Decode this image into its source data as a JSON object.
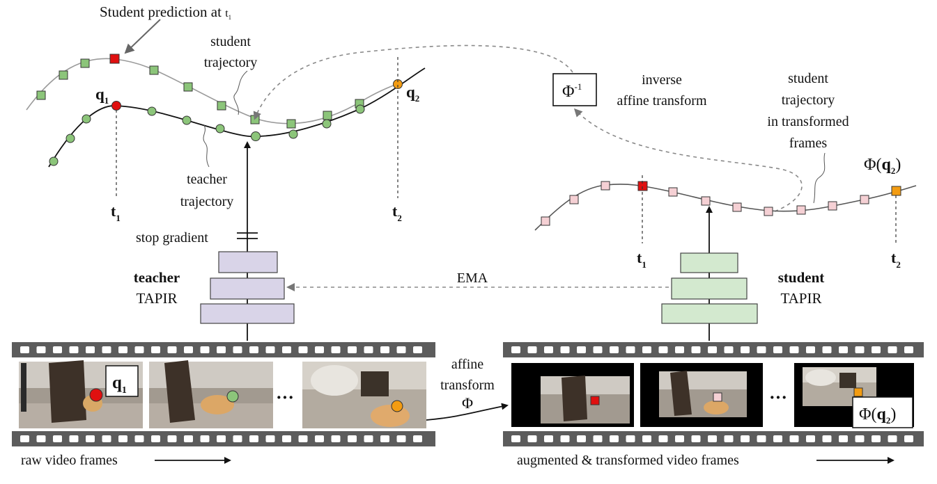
{
  "top_left": {
    "student_prediction_label": "Student prediction at",
    "student_prediction_t": "t",
    "student_prediction_sub": "1",
    "student_trajectory_line1": "student",
    "student_trajectory_line2": "trajectory",
    "teacher_trajectory_line1": "teacher",
    "teacher_trajectory_line2": "trajectory",
    "q1_letter": "q",
    "q1_sub": "1",
    "q2_letter": "q",
    "q2_sub": "2",
    "t1_letter": "t",
    "t1_sub": "1",
    "t2_letter": "t",
    "t2_sub": "2"
  },
  "inverse": {
    "box_symbol": "Φ",
    "box_sup": "-1",
    "label_line1": "inverse",
    "label_line2": "affine transform"
  },
  "right_traj": {
    "label_line1": "student",
    "label_line2": "trajectory",
    "label_line3": "in transformed",
    "label_line4": "frames",
    "phi_q2_prefix": "Φ(",
    "phi_q2_q": "q",
    "phi_q2_sub": "2",
    "phi_q2_suffix": ")",
    "t1_letter": "t",
    "t1_sub": "1",
    "t2_letter": "t",
    "t2_sub": "2"
  },
  "networks": {
    "stop_gradient": "stop gradient",
    "teacher_bold": "teacher",
    "teacher_name": "TAPIR",
    "student_bold": "student",
    "student_name": "TAPIR",
    "ema": "EMA"
  },
  "frames": {
    "raw_caption": "raw video frames",
    "aug_caption": "augmented & transformed video frames",
    "ellipsis": "···",
    "affine_line1": "affine",
    "affine_line2": "transform",
    "affine_symbol": "Φ",
    "q1_box_letter": "q",
    "q1_box_sub": "1",
    "phi_box_prefix": "Φ(",
    "phi_box_q": "q",
    "phi_box_sub": "2",
    "phi_box_suffix": ")"
  },
  "colors": {
    "teacher_net": "#d9d4e8",
    "student_net": "#d3e9cf",
    "green_point": "#8cc57a",
    "red_point": "#e01010",
    "orange_point": "#f39c12",
    "pink_point": "#f5d0d4",
    "film": "#5c5c5c"
  }
}
